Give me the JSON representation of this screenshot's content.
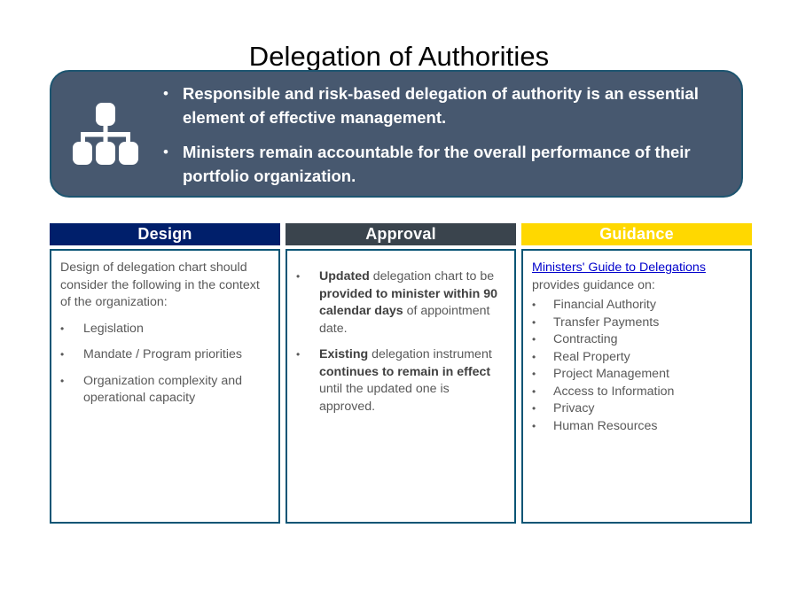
{
  "slide": {
    "title": "Delegation of Authorities"
  },
  "banner": {
    "icon": "org-chart-icon",
    "bullet_glyph": "•",
    "bg_color": "#47586f",
    "border_color": "#1d5570",
    "items": [
      "Responsible and risk-based delegation of authority is an essential element of effective management.",
      "Ministers remain accountable for the overall performance of their portfolio organization."
    ]
  },
  "columns": [
    {
      "key": "design",
      "header": "Design",
      "header_bg": "#001f6b",
      "header_text_color": "#ffffff",
      "intro": "Design of delegation chart should consider the following in the context of the organization:",
      "bullet_glyph": "•",
      "bullets": [
        "Legislation",
        "Mandate / Program priorities",
        "Organization complexity and operational capacity"
      ]
    },
    {
      "key": "approval",
      "header": "Approval",
      "header_bg": "#3a444d",
      "header_text_color": "#ffffff",
      "bullet_glyph": "•",
      "rich_bullets": [
        [
          {
            "t": "Updated",
            "bold": true
          },
          {
            "t": " delegation chart to be ",
            "bold": false
          },
          {
            "t": "provided to minister within 90 calendar days",
            "bold": true
          },
          {
            "t": " of appointment date.",
            "bold": false
          }
        ],
        [
          {
            "t": "Existing",
            "bold": true
          },
          {
            "t": " delegation instrument ",
            "bold": false
          },
          {
            "t": "continues to remain in effect",
            "bold": true
          },
          {
            "t": " until the updated one is approved.",
            "bold": false
          }
        ]
      ]
    },
    {
      "key": "guidance",
      "header": "Guidance",
      "header_bg": "#ffd800",
      "header_text_color": "#ffffff",
      "link_text": "Ministers' Guide to Delegations",
      "link_color": "#0000cc",
      "intro_after_link": " provides guidance on:",
      "bullet_glyph": "•",
      "bullets": [
        "Financial Authority",
        "Transfer Payments",
        "Contracting",
        "Real Property",
        "Project Management",
        "Access to Information",
        "Privacy",
        "Human Resources"
      ]
    }
  ]
}
